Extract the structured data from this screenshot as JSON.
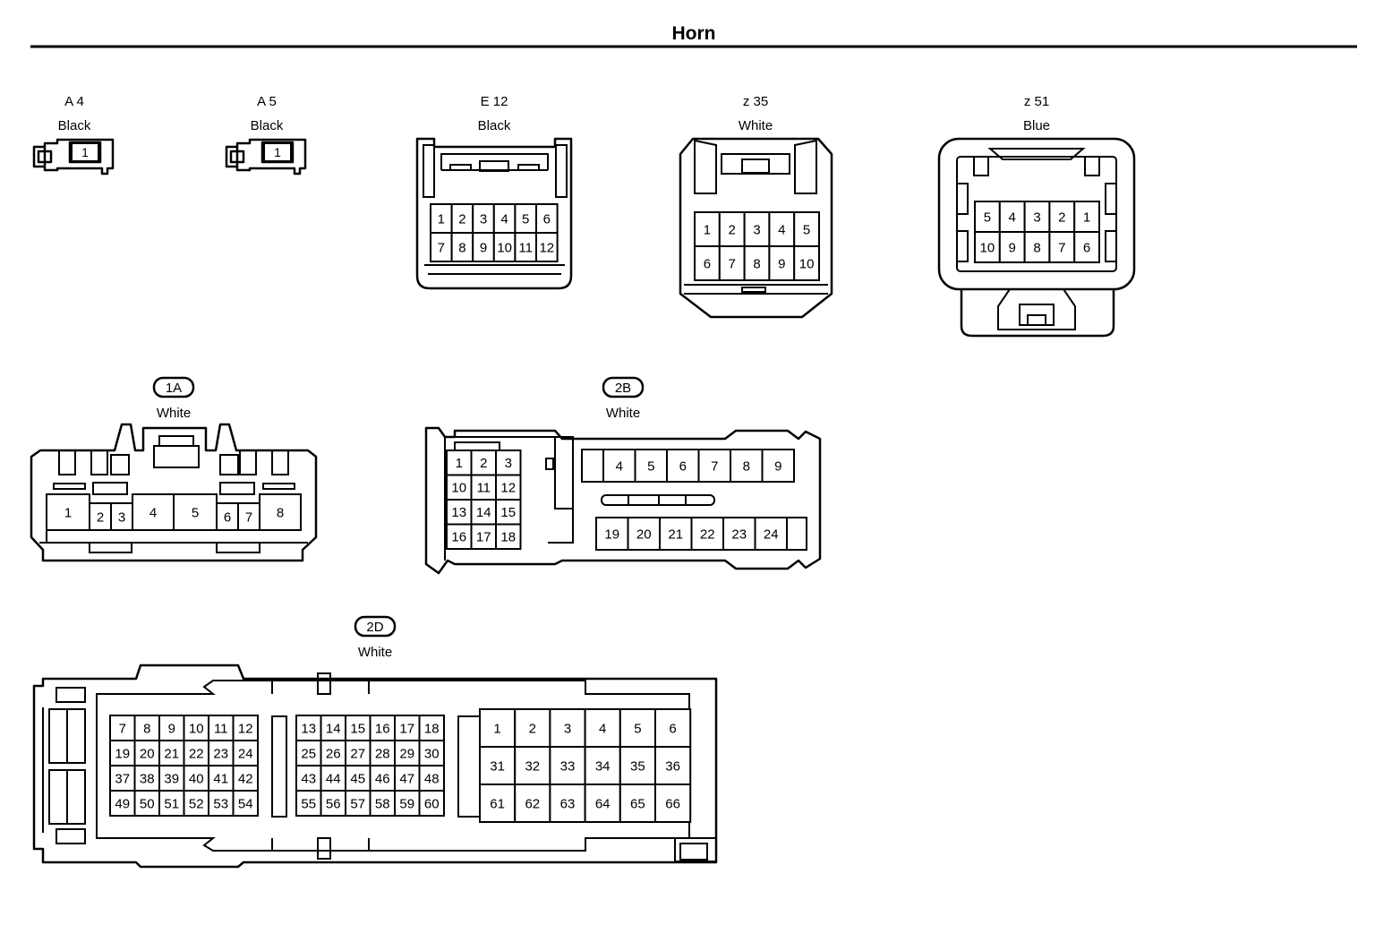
{
  "page": {
    "title": "Horn"
  },
  "connectors": {
    "a4": {
      "code": "A 4",
      "color": "Black",
      "pins": [
        "1"
      ]
    },
    "a5": {
      "code": "A 5",
      "color": "Black",
      "pins": [
        "1"
      ]
    },
    "e12": {
      "code": "E 12",
      "color": "Black",
      "rows": [
        [
          "1",
          "2",
          "3",
          "4",
          "5",
          "6"
        ],
        [
          "7",
          "8",
          "9",
          "10",
          "11",
          "12"
        ]
      ]
    },
    "z35": {
      "code": "z 35",
      "color": "White",
      "rows": [
        [
          "1",
          "2",
          "3",
          "4",
          "5"
        ],
        [
          "6",
          "7",
          "8",
          "9",
          "10"
        ]
      ]
    },
    "z51": {
      "code": "z 51",
      "color": "Blue",
      "rows": [
        [
          "5",
          "4",
          "3",
          "2",
          "1"
        ],
        [
          "10",
          "9",
          "8",
          "7",
          "6"
        ]
      ]
    },
    "c1a": {
      "code": "1A",
      "color": "White",
      "pins": [
        "1",
        "2",
        "3",
        "4",
        "5",
        "6",
        "7",
        "8"
      ]
    },
    "c2b": {
      "code": "2B",
      "color": "White",
      "grid": [
        [
          "1",
          "2",
          "3"
        ],
        [
          "10",
          "11",
          "12"
        ],
        [
          "13",
          "14",
          "15"
        ],
        [
          "16",
          "17",
          "18"
        ]
      ],
      "top_row": [
        "4",
        "5",
        "6",
        "7",
        "8",
        "9"
      ],
      "bottom_row": [
        "19",
        "20",
        "21",
        "22",
        "23",
        "24"
      ]
    },
    "c2d": {
      "code": "2D",
      "color": "White",
      "block_a": [
        [
          "7",
          "8",
          "9",
          "10",
          "11",
          "12"
        ],
        [
          "19",
          "20",
          "21",
          "22",
          "23",
          "24"
        ],
        [
          "37",
          "38",
          "39",
          "40",
          "41",
          "42"
        ],
        [
          "49",
          "50",
          "51",
          "52",
          "53",
          "54"
        ]
      ],
      "block_b": [
        [
          "13",
          "14",
          "15",
          "16",
          "17",
          "18"
        ],
        [
          "25",
          "26",
          "27",
          "28",
          "29",
          "30"
        ],
        [
          "43",
          "44",
          "45",
          "46",
          "47",
          "48"
        ],
        [
          "55",
          "56",
          "57",
          "58",
          "59",
          "60"
        ]
      ],
      "block_c": [
        [
          "1",
          "2",
          "3",
          "4",
          "5",
          "6"
        ],
        [
          "31",
          "32",
          "33",
          "34",
          "35",
          "36"
        ],
        [
          "61",
          "62",
          "63",
          "64",
          "65",
          "66"
        ]
      ]
    }
  }
}
